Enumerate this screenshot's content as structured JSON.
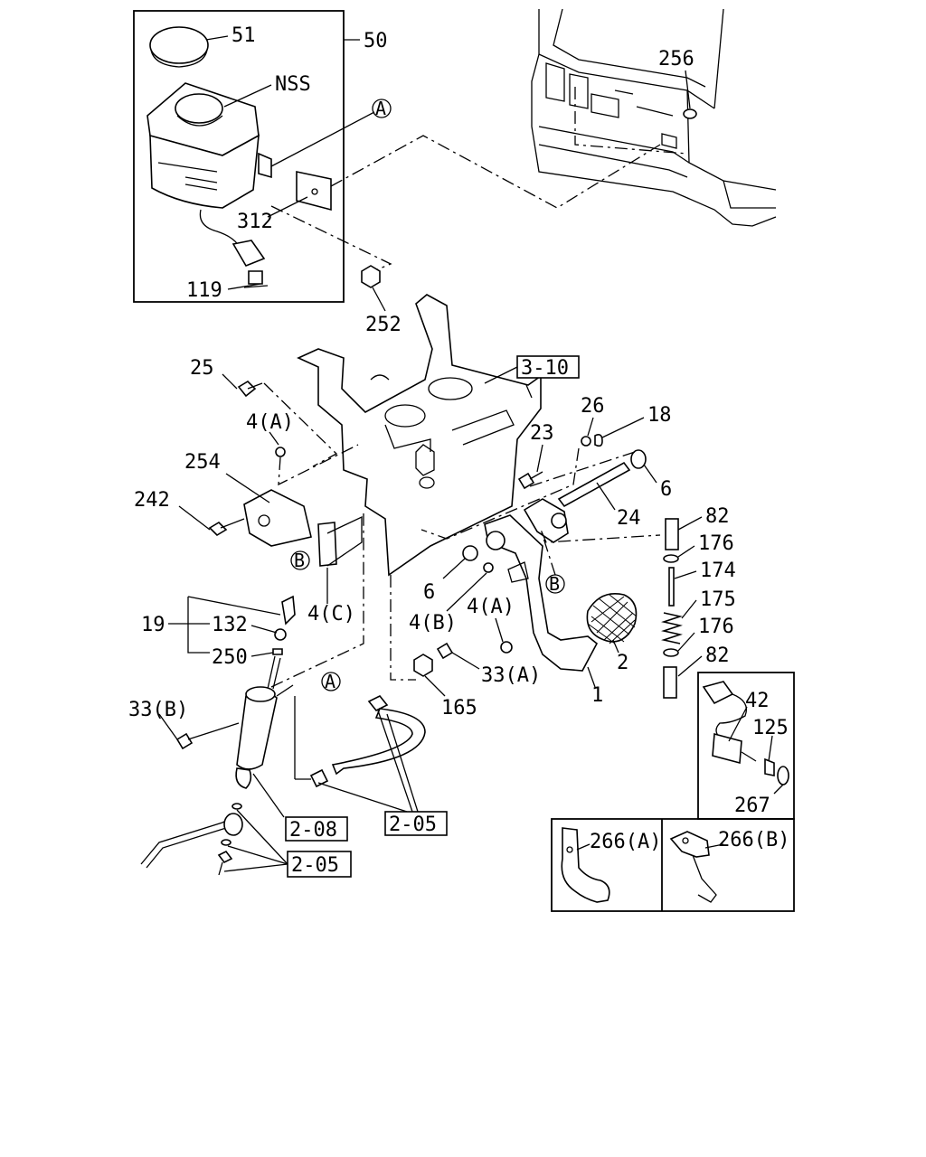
{
  "callouts": {
    "c51": "51",
    "c50": "50",
    "cNSS": "NSS",
    "cA1": "A",
    "c312": "312",
    "c119": "119",
    "c252": "252",
    "c256": "256",
    "c3_10": "3-10",
    "c25": "25",
    "c4A_1": "4(A)",
    "c254": "254",
    "c242": "242",
    "c26": "26",
    "c18": "18",
    "c23": "23",
    "c6a": "6",
    "c24": "24",
    "c82a": "82",
    "c176a": "176",
    "c174": "174",
    "c175": "175",
    "c176b": "176",
    "c82b": "82",
    "cB1": "B",
    "cB2": "B",
    "c6b": "6",
    "c4B": "4(B)",
    "c4C": "4(C)",
    "c4A_2": "4(A)",
    "c19": "19",
    "c132": "132",
    "c250": "250",
    "c2": "2",
    "c1": "1",
    "c33A": "33(A)",
    "c165": "165",
    "cA2": "A",
    "c33B": "33(B)",
    "c42": "42",
    "c125": "125",
    "c267": "267",
    "c2_08": "2-08",
    "c2_05a": "2-05",
    "c2_05b": "2-05",
    "c266A": "266(A)",
    "c266B": "266(B)"
  }
}
